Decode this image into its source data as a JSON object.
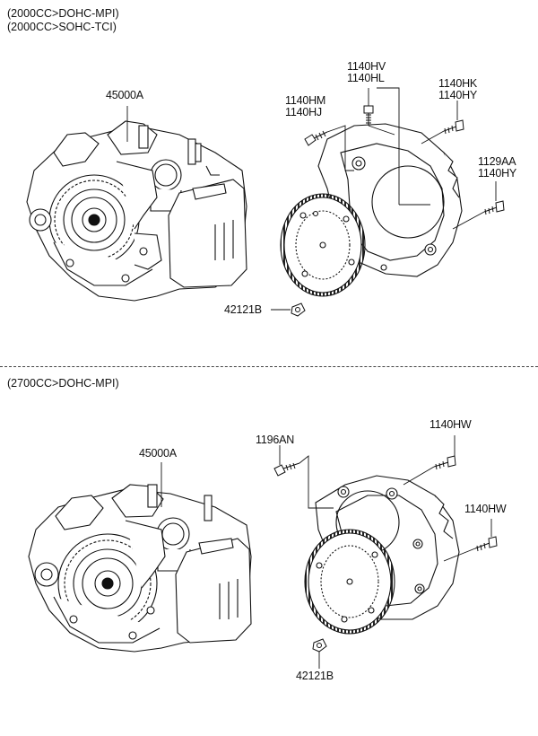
{
  "section_top": {
    "header_lines": [
      "(2000CC>DOHC-MPI)",
      "(2000CC>SOHC-TCI)"
    ],
    "labels": {
      "transaxle": "45000A",
      "bolt_hv": "1140HV",
      "bolt_hl": "1140HL",
      "bolt_hm": "1140HM",
      "bolt_hj": "1140HJ",
      "bolt_hk": "1140HK",
      "bolt_hy": "1140HY",
      "bolt_aa": "1129AA",
      "bolt_hy2": "1140HY",
      "nut": "42121B"
    }
  },
  "section_bottom": {
    "header_lines": [
      "(2700CC>DOHC-MPI)"
    ],
    "labels": {
      "transaxle": "45000A",
      "bolt_an": "1196AN",
      "bolt_hw1": "1140HW",
      "bolt_hw2": "1140HW",
      "nut": "42121B"
    }
  }
}
